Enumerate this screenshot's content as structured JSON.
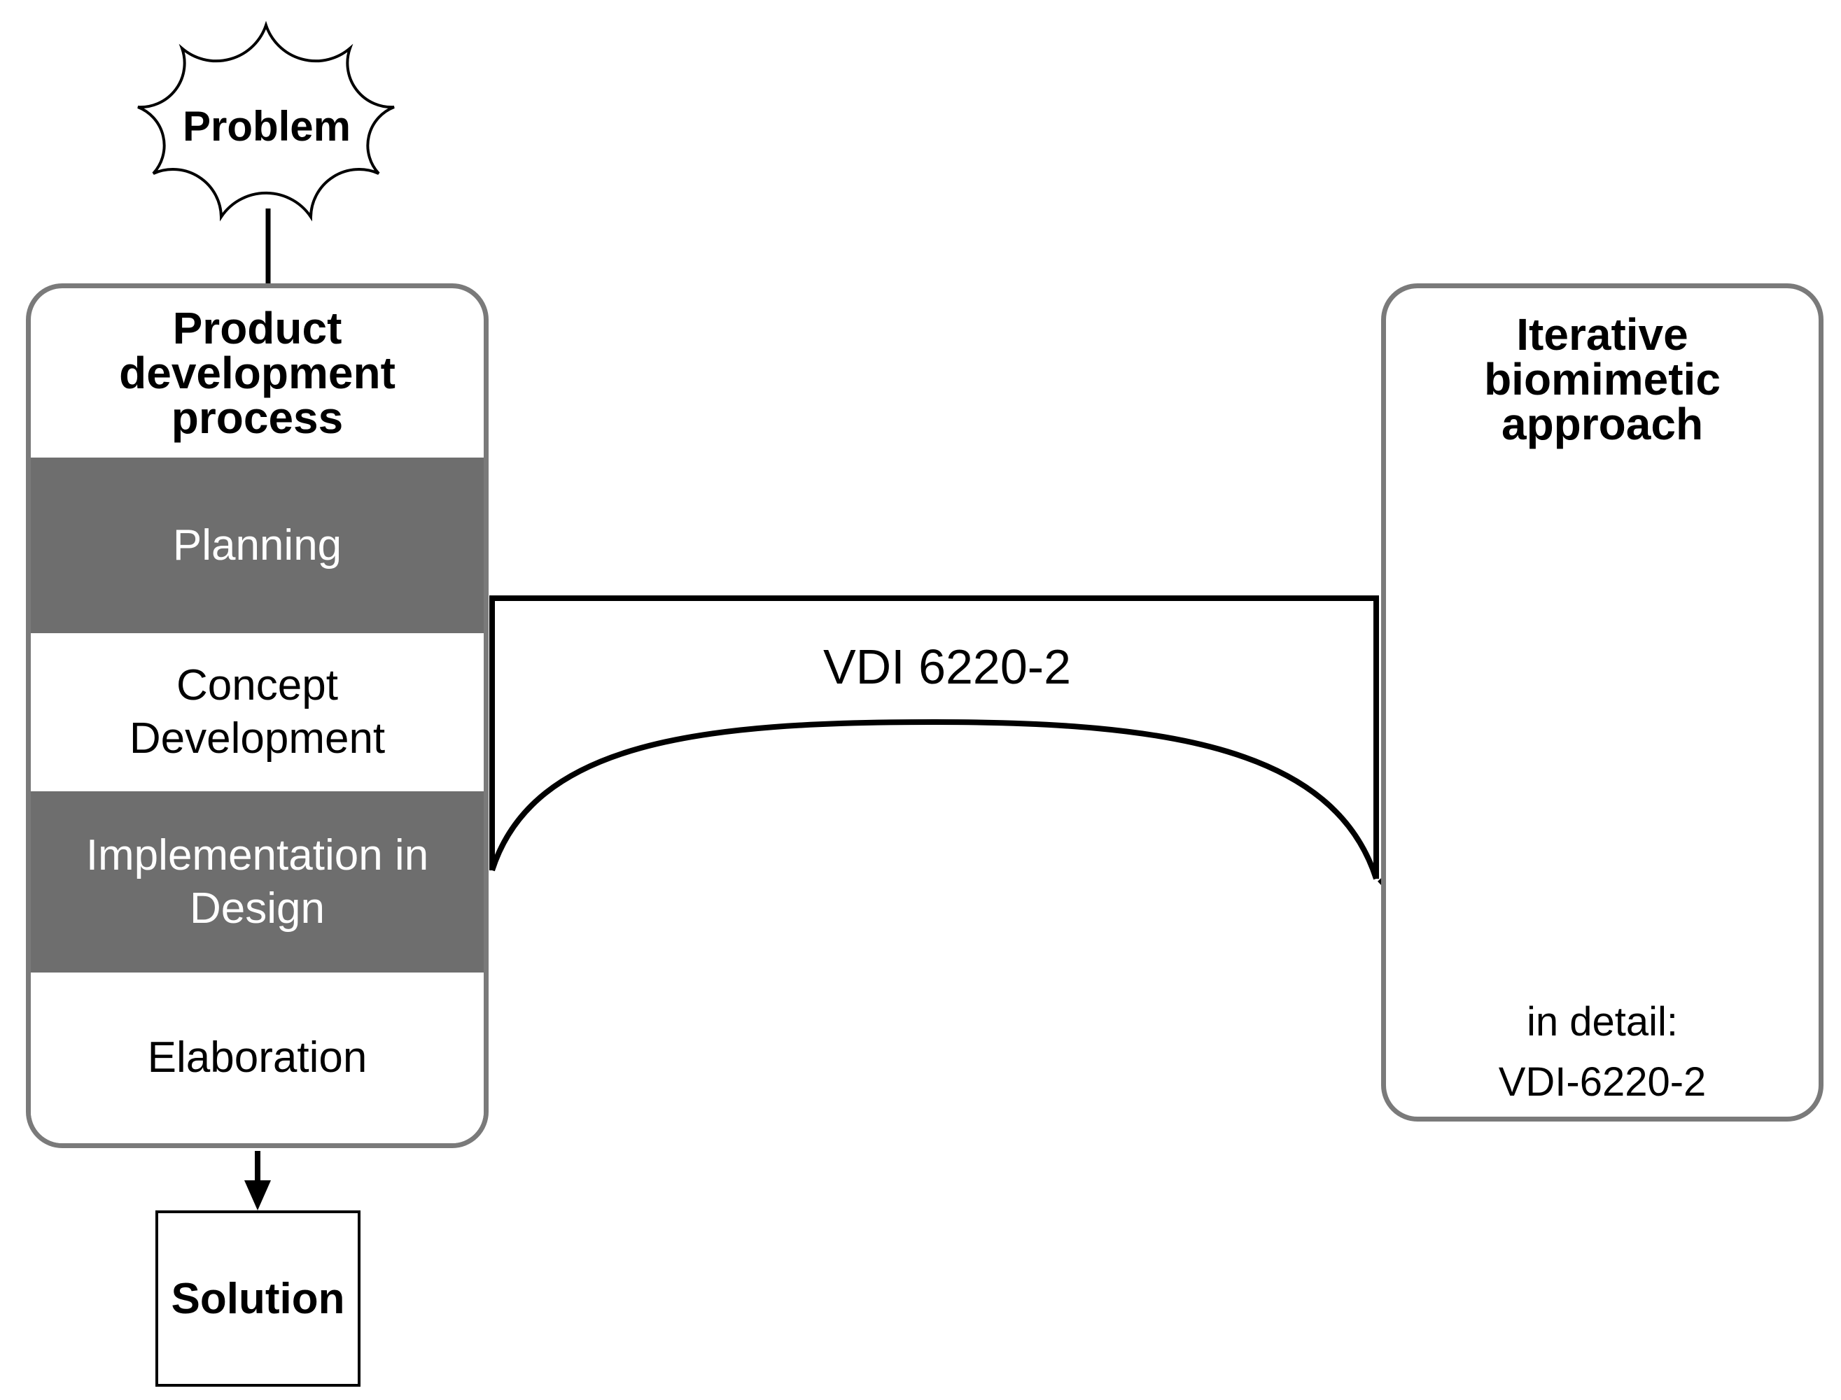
{
  "cloud": {
    "label": "Problem"
  },
  "process_box": {
    "title_lines": [
      "Product",
      "development",
      "process"
    ],
    "stages": [
      {
        "label": "Planning",
        "shaded": true
      },
      {
        "label": "Concept Development",
        "shaded": false
      },
      {
        "label": "Implementation in Design",
        "shaded": true
      },
      {
        "label": "Elaboration",
        "shaded": false
      }
    ]
  },
  "solution_box": {
    "label": "Solution"
  },
  "bridge": {
    "label": "VDI 6220-2"
  },
  "iterative_box": {
    "title_lines": [
      "Iterative",
      "biomimetic",
      "approach"
    ],
    "caption_lines": [
      "in detail:",
      "VDI-6220-2"
    ]
  },
  "icons": {
    "cloud": "thought-cloud outline",
    "spiral": "inward iteration spiral with dashed entry and exit",
    "arrow": "downward flow arrow"
  },
  "colors": {
    "background": "#ffffff",
    "stage_shaded": "#6e6e6e",
    "box_border": "#7a7a7a",
    "line": "#000000",
    "text_on_shaded": "#ffffff"
  }
}
